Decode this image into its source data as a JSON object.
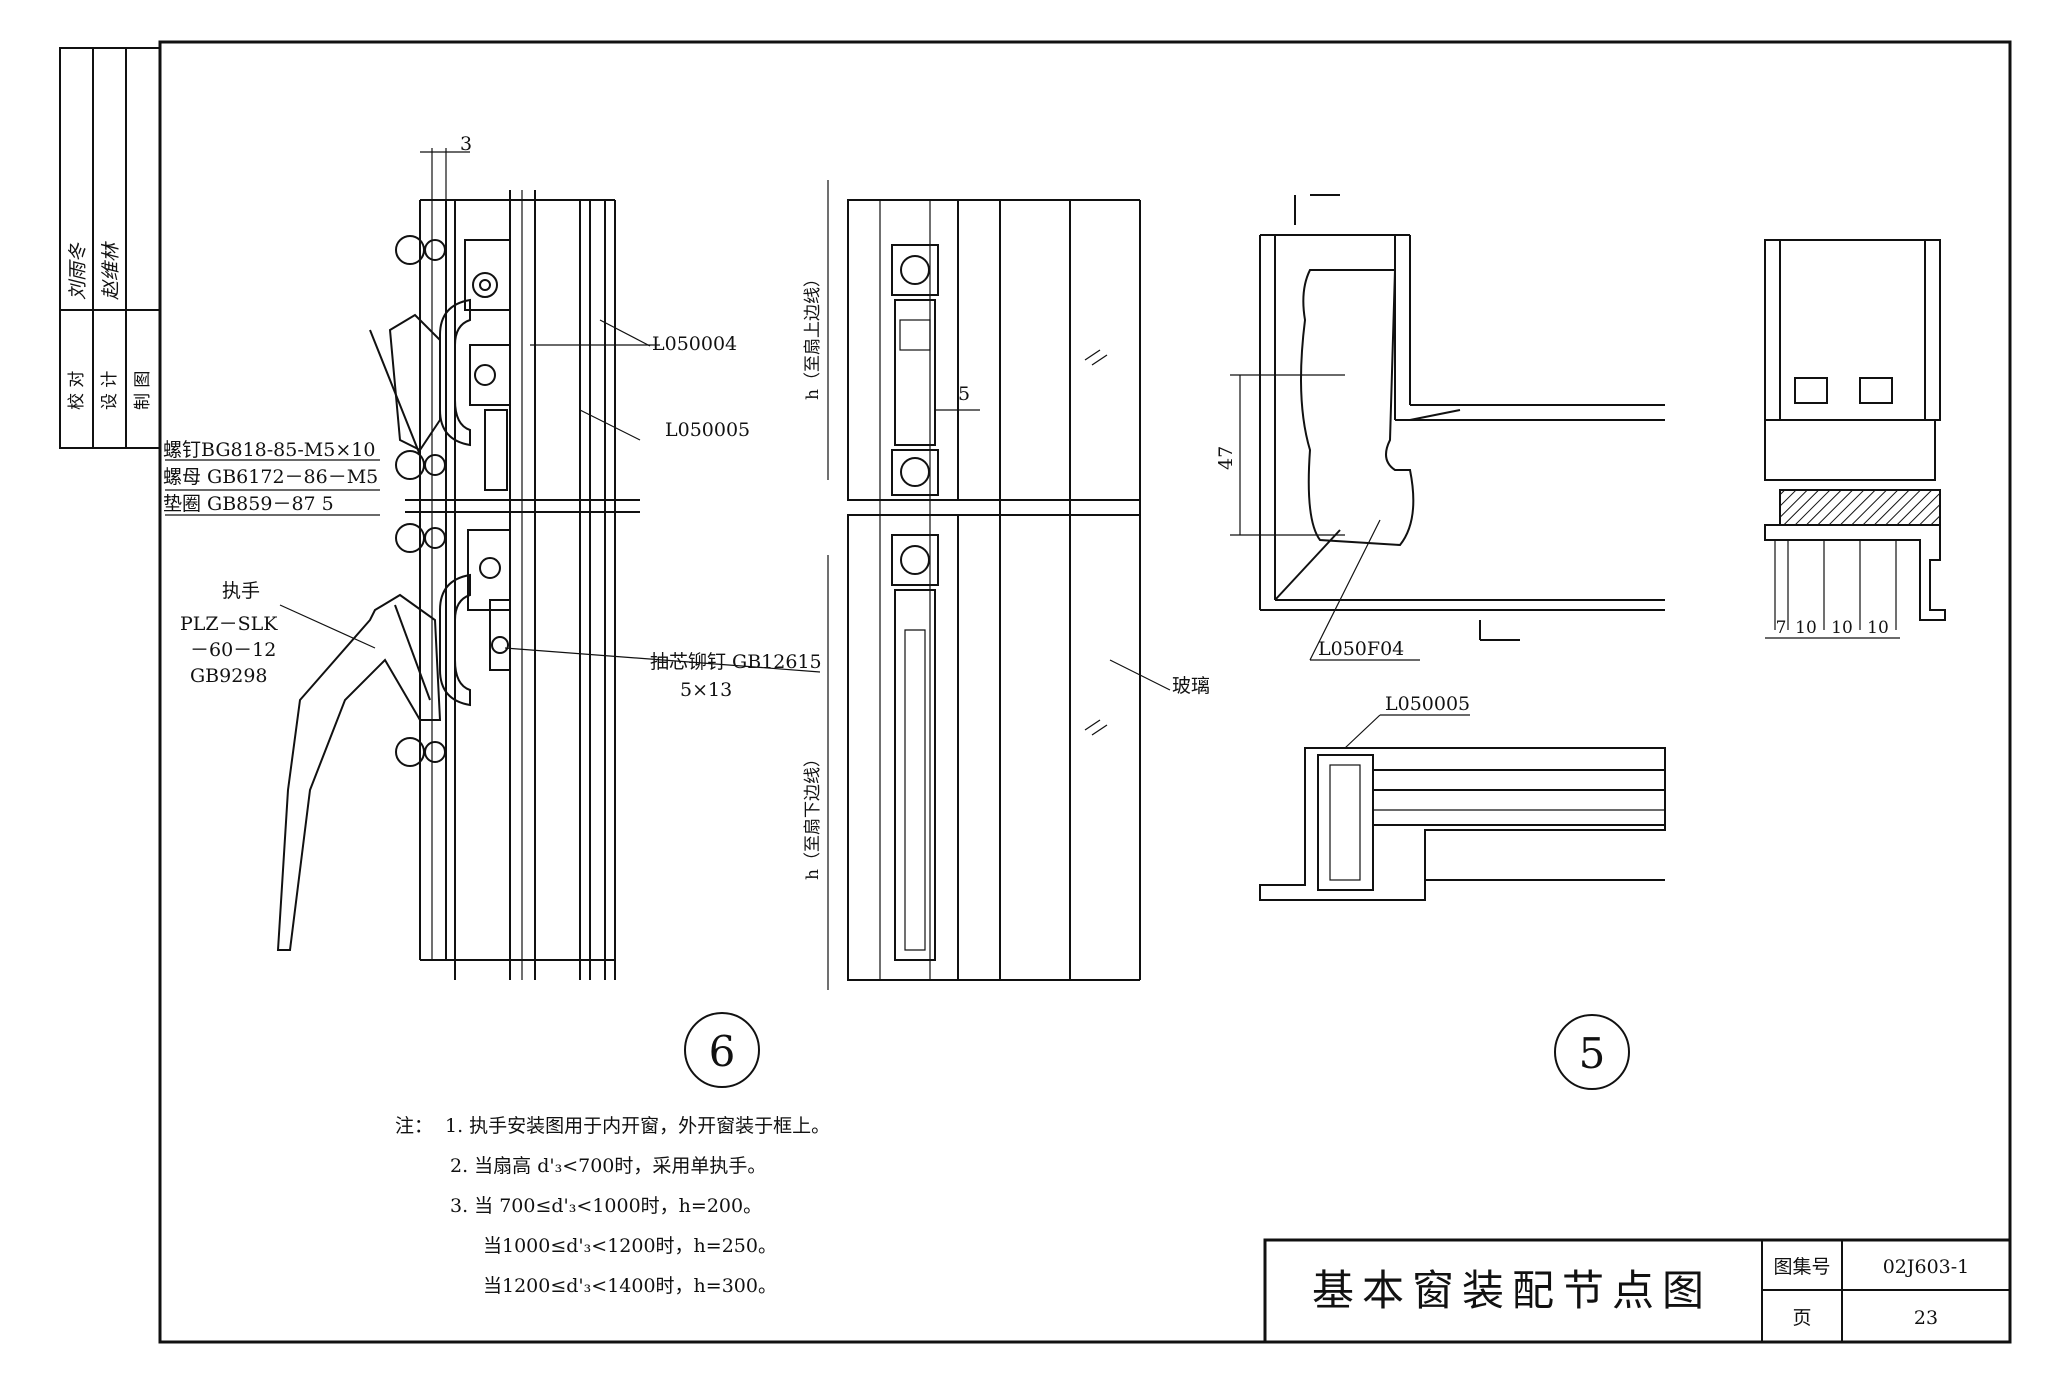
{
  "sidebar": {
    "row1": {
      "label": "校 对",
      "signature": "刘雨冬"
    },
    "row2": {
      "label": "设 计",
      "signature": "赵维林"
    },
    "row3": {
      "label": "制 图",
      "signature": ""
    }
  },
  "detail6": {
    "circle_label": "6",
    "dim_top": "3",
    "profile_top": "L050004",
    "profile_mid": "L050005",
    "screw": "螺钉BG818-85-M5×10",
    "nut": "螺母 GB6172－86－M5",
    "washer": "垫圈 GB859－87 5",
    "handle_title": "执手",
    "handle_spec1": "PLZ－SLK",
    "handle_spec2": "－60－12",
    "handle_spec3": "GB9298",
    "rivet1": "抽芯铆钉 GB12615",
    "rivet2": "5×13",
    "dim_h_upper": "h（至扇上边线）",
    "dim_h_lower": "h（至扇下边线）",
    "dim_5": "5",
    "glass": "玻璃"
  },
  "detail5": {
    "circle_label": "5",
    "dim_47": "47",
    "profile_corner": "L050F04",
    "profile_bottom": "L050005",
    "dims_bottom": [
      "7",
      "10",
      "10",
      "10"
    ]
  },
  "notes": {
    "prefix": "注：",
    "items": [
      "1. 执手安装图用于内开窗，外开窗装于框上。",
      "2. 当扇高 d'₃<700时，采用单执手。",
      "3. 当 700≤d'₃<1000时，h=200。",
      "当1000≤d'₃<1200时，h=250。",
      "当1200≤d'₃<1400时，h=300。"
    ]
  },
  "title_block": {
    "title": "基本窗装配节点图",
    "atlas_label": "图集号",
    "atlas_value": "02J603-1",
    "page_label": "页",
    "page_value": "23"
  }
}
